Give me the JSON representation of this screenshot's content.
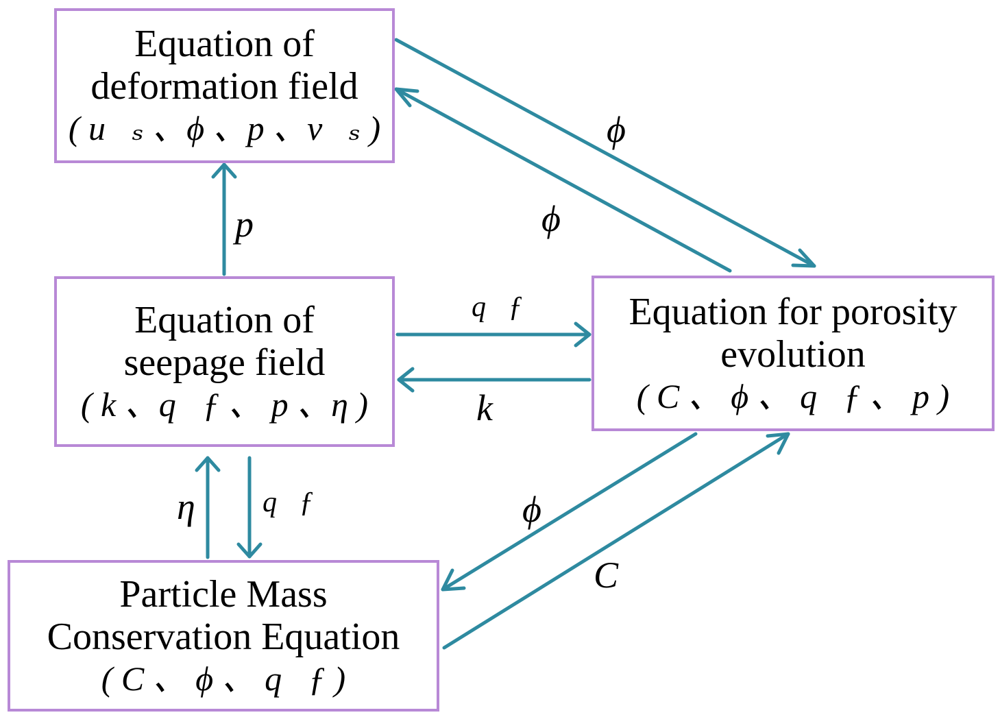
{
  "boxes": {
    "deformation": {
      "line1": "Equation of",
      "line2": "deformation field",
      "vars": "( u⃗ₛ 、ϕ 、p 、v⃗ₛ )"
    },
    "seepage": {
      "line1": "Equation of",
      "line2": "seepage field",
      "vars": "( k 、q⃗ƒ 、 p 、η )"
    },
    "porosity": {
      "line1": "Equation for porosity",
      "line2": "evolution",
      "vars": "( C 、 ϕ 、 q⃗ƒ 、  p )"
    },
    "particle": {
      "line1": "Particle Mass",
      "line2": "Conservation Equation",
      "vars": "( C 、 ϕ 、  q⃗ƒ )"
    }
  },
  "arrow_labels": {
    "seepage_to_deformation": "p",
    "deformation_to_porosity": "ϕ",
    "porosity_to_deformation": "ϕ",
    "seepage_to_porosity": "q⃗ƒ",
    "porosity_to_seepage": "k",
    "particle_to_seepage": "η",
    "seepage_to_particle": "q⃗ƒ",
    "porosity_to_particle": "ϕ",
    "particle_to_porosity": "C"
  },
  "colors": {
    "arrow": "#2e8aa0",
    "box_border": "#b889d6"
  }
}
